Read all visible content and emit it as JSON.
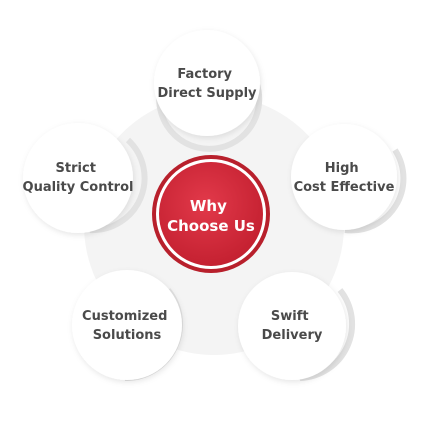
{
  "center": {
    "line1": "Why",
    "line2": "Choose Us",
    "colors": {
      "outer": "#b8202c",
      "ring": "#ffffff",
      "inner": "#d42a36"
    }
  },
  "nodes": [
    {
      "id": "factory-direct-supply",
      "line1": "Factory",
      "line2": "Direct Supply"
    },
    {
      "id": "high-cost-effective",
      "line1": "High",
      "line2": "Cost Effective"
    },
    {
      "id": "swift-delivery",
      "line1": "Swift",
      "line2": "Delivery"
    },
    {
      "id": "customized-solutions",
      "line1": "Customized",
      "line2": "Solutions"
    },
    {
      "id": "strict-quality-control",
      "line1": "Strict",
      "line2": "Quality Control"
    }
  ],
  "colors": {
    "label_text": "#4a4a4a",
    "background_ring": "#f3f3f3",
    "node_fill": "#ffffff",
    "node_shadow": "#e6e6e6"
  }
}
